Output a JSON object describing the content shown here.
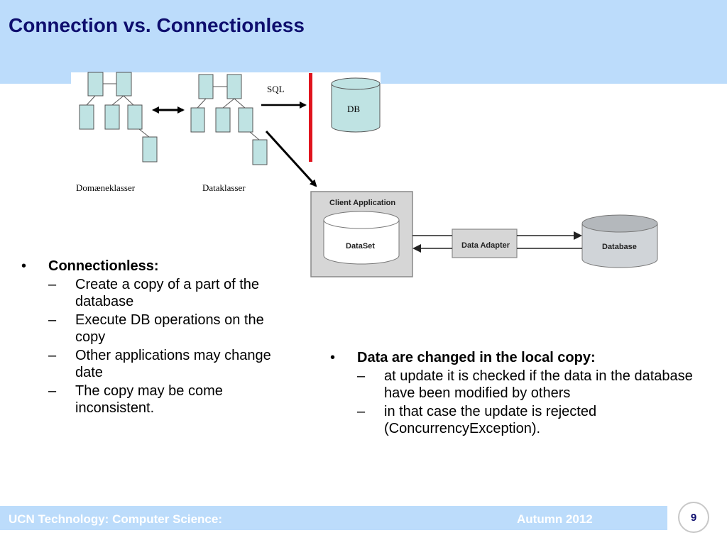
{
  "title": "Connection vs. Connectionless",
  "diagram_top": {
    "sql_label": "SQL",
    "db_label": "DB",
    "domain_label": "Domæneklasser",
    "data_label": "Dataklasser"
  },
  "diagram_bottom": {
    "client_app": "Client Application",
    "dataset": "DataSet",
    "adapter": "Data Adapter",
    "database": "Database"
  },
  "left": {
    "heading": "Connectionless:",
    "items": [
      "Create a copy of a part of the database",
      "Execute DB operations on the copy",
      "Other applications may change date",
      "The copy may be come inconsistent."
    ]
  },
  "right": {
    "heading": "Data are changed in the local copy:",
    "items": [
      "at update it is checked if the data in the database have been modified by others",
      "in that case the update is rejected (ConcurrencyException)."
    ]
  },
  "footer": {
    "left": "UCN Technology: Computer Science:",
    "right": "Autumn 2012",
    "page": "9"
  },
  "colors": {
    "header_bg": "#bcdcfb",
    "title": "#0e0e6e",
    "box_fill": "#bfe3e3",
    "barrier": "#e0141e"
  }
}
